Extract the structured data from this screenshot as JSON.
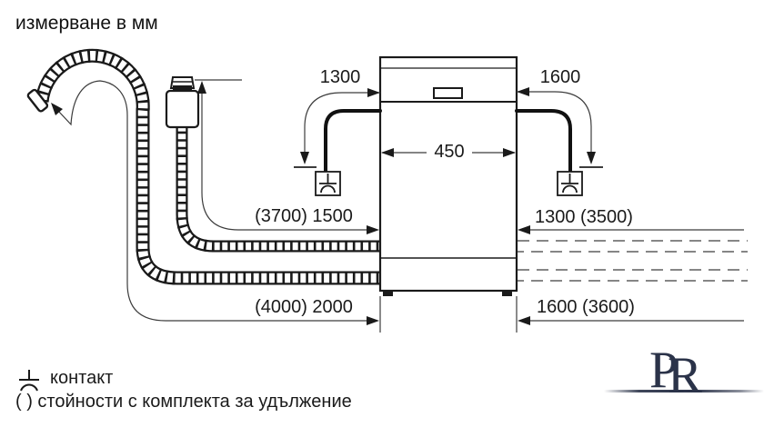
{
  "title": "измерване в мм",
  "diagram": {
    "appliance": "dishwasher-front-view",
    "width_label": "450",
    "left_height_label": "1300",
    "right_height_label": "1600",
    "supply_length_label": "(3700) 1500",
    "drain_length_label": "(4000) 2000",
    "right_supply_length_label": "1300 (3500)",
    "right_drain_length_label": "1600 (3600)"
  },
  "legend": {
    "socket_icon": "socket-outlet-icon",
    "socket_label": "контакт",
    "note_label": "( ) стойности с комплекта за удължение"
  },
  "logo": {
    "letter_p": "P",
    "letter_r": "R"
  },
  "colors": {
    "line": "#1a1a1a",
    "thin_line": "#3c3c3c",
    "dashed_line": "#5f5f5f",
    "logo_navy": "#2b3349",
    "background": "#ffffff"
  }
}
